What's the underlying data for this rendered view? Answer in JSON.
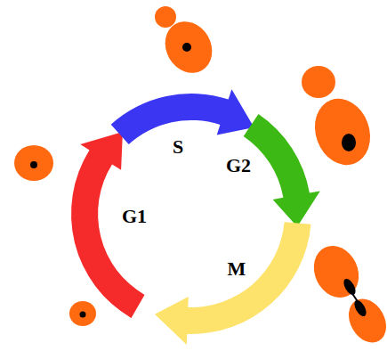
{
  "diagram": {
    "labels": [
      "S",
      "G2",
      "G1",
      "M"
    ]
  }
}
